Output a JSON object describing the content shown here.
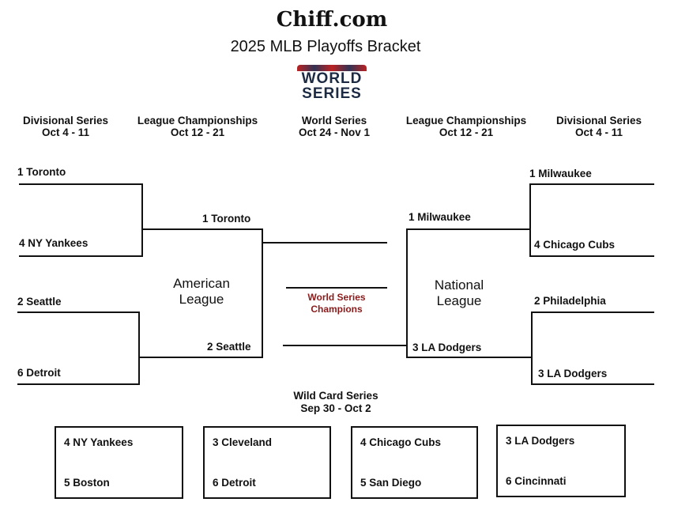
{
  "site": "Chiff.com",
  "title": "2025 MLB Playoffs Bracket",
  "logo": {
    "line1": "WORLD",
    "line2": "SERIES"
  },
  "rounds": [
    {
      "name": "Divisional Series",
      "dates": "Oct 4 - 11"
    },
    {
      "name": "League Championships",
      "dates": "Oct 12 - 21"
    },
    {
      "name": "World Series",
      "dates": "Oct 24 - Nov 1"
    },
    {
      "name": "League Championships",
      "dates": "Oct 12 - 21"
    },
    {
      "name": "Divisional Series",
      "dates": "Oct 4 - 11"
    }
  ],
  "al": {
    "label1": "American",
    "label2": "League",
    "ds": [
      "1 Toronto",
      "4 NY Yankees",
      "2 Seattle",
      "6 Detroit"
    ],
    "lcs": [
      "1 Toronto",
      "2 Seattle"
    ]
  },
  "nl": {
    "label1": "National",
    "label2": "League",
    "ds": [
      "1 Milwaukee",
      "4 Chicago Cubs",
      "2 Philadelphia",
      "3 LA Dodgers"
    ],
    "lcs": [
      "1 Milwaukee",
      "3 LA Dodgers"
    ]
  },
  "champion": {
    "line1": "World Series",
    "line2": "Champions",
    "color": "#8b1a1a"
  },
  "wildcard": {
    "title": "Wild Card Series",
    "dates": "Sep 30 - Oct 2",
    "series": [
      [
        "4 NY Yankees",
        "5 Boston"
      ],
      [
        "3 Cleveland",
        "6 Detroit"
      ],
      [
        "4 Chicago Cubs",
        "5 San Diego"
      ],
      [
        "3 LA Dodgers",
        "6 Cincinnati"
      ]
    ]
  }
}
